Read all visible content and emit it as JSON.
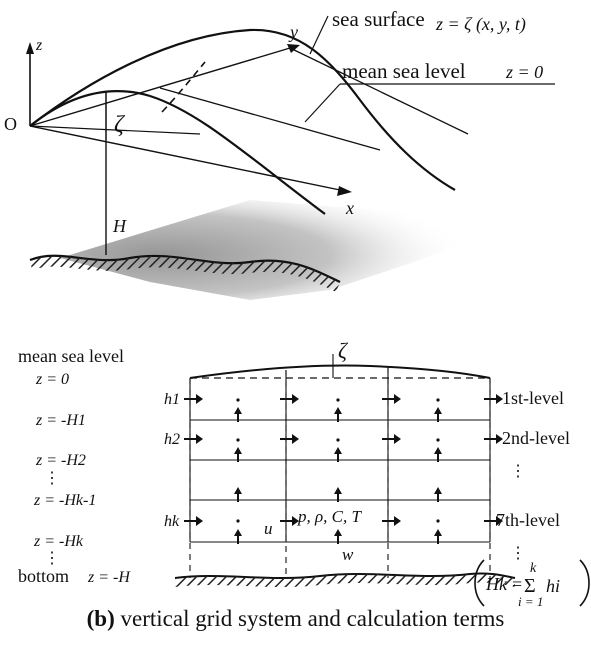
{
  "figure": {
    "top": {
      "axis_z": "z",
      "axis_y": "y",
      "axis_x": "x",
      "origin": "O",
      "zeta": "ζ",
      "depth": "H",
      "sea_surface_text": "sea surface",
      "sea_surface_eq": "z = ζ (x, y, t)",
      "mean_level_text": "mean sea level",
      "mean_level_eq": "z = 0"
    },
    "bottom": {
      "zeta": "ζ",
      "mean_sea_level": "mean sea level",
      "bottom_label": "bottom",
      "z_labels": [
        "z = 0",
        "z = -H1",
        "z = -H2",
        "z = -Hk-1",
        "z = -Hk",
        "z = -H"
      ],
      "layer_thickness": [
        "h1",
        "h2",
        "hk"
      ],
      "levels": [
        "1st-level",
        "2nd-level",
        "7th-level"
      ],
      "ellipsis": "⋮",
      "variables": "p, ρ, C, T",
      "u": "u",
      "w": "w",
      "formula": {
        "lhs": "Hk",
        "eq": "=",
        "sum": "Σ",
        "upper": "k",
        "lower": "i = 1",
        "term": "hi"
      }
    },
    "caption": {
      "tag": "(b)",
      "text": "vertical grid system and calculation terms"
    }
  }
}
